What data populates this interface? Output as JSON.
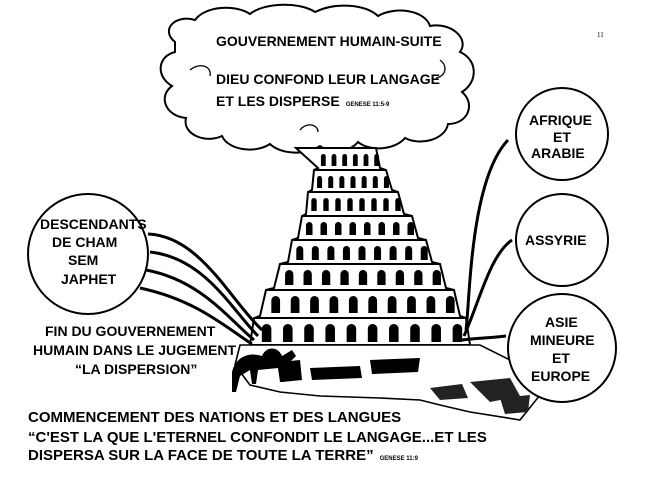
{
  "page_number": "11",
  "cloud": {
    "title": "GOUVERNEMENT HUMAIN-SUITE",
    "line1": "DIEU CONFOND LEUR LANGAGE",
    "line2": "ET LES DISPERSE",
    "ref": "GENESE 11:5-9"
  },
  "left_circle": {
    "lines": [
      "DESCENDANTS",
      "DE CHAM",
      "SEM",
      "JAPHET"
    ]
  },
  "right_circles": [
    {
      "lines": [
        "AFRIQUE",
        "ET",
        "ARABIE"
      ]
    },
    {
      "lines": [
        "ASSYRIE"
      ]
    },
    {
      "lines": [
        "ASIE",
        "MINEURE",
        "ET",
        "EUROPE"
      ]
    }
  ],
  "end_caption": {
    "lines": [
      "FIN DU GOUVERNEMENT",
      "HUMAIN DANS LE JUGEMENT",
      "“LA DISPERSION”"
    ]
  },
  "bottom": {
    "line1": "COMMENCEMENT DES NATIONS ET DES LANGUES",
    "line2": "“C'EST LA QUE L'ETERNEL CONFONDIT LE LANGAGE...ET LES",
    "line3": "DISPERSA SUR LA FACE DE TOUTE LA TERRE”",
    "ref": "GENESE 11:9"
  }
}
